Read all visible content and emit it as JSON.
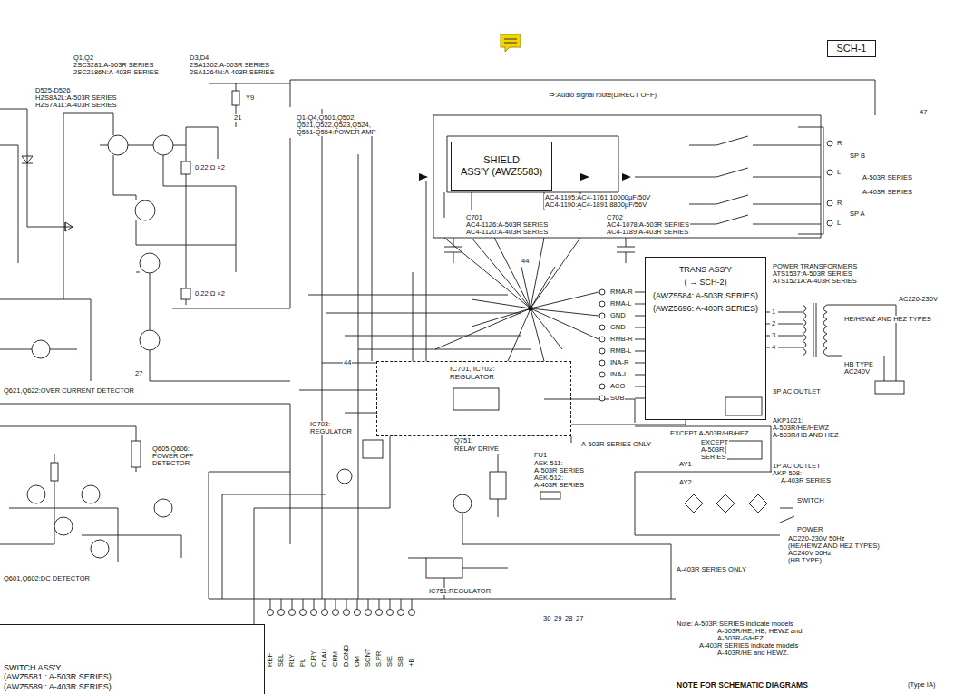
{
  "diagram": {
    "nodes": [
      {
        "text": [
          "SCH-1"
        ]
      },
      {
        "text": [
          "SHIELD",
          "ASS'Y (AWZ5583)"
        ]
      },
      {
        "text": [
          "TRANS ASS'Y",
          "( → SCH-2)",
          "(AWZ5584: A-503R SERIES)",
          "(AWZ5696: A-403R SERIES)"
        ]
      },
      {
        "text": [
          "IC701, IC702: REGULATOR"
        ]
      },
      {
        "text": [
          "SWITCH ASS'Y",
          "(AWZ5581 : A-503R SERIES)",
          "(AWZ5589 : A-403R SERIES)"
        ]
      }
    ],
    "edges": [
      {
        "from": 2,
        "to": 3,
        "arrow": "none"
      },
      {
        "from": 3,
        "to": 4,
        "arrow": "none"
      }
    ],
    "labels": [
      "Q1,Q2",
      "2SC3281:A-503R SERIES",
      "2SC2186N:A-403R SERIES",
      "D3,D4",
      "2SA1302:A-503R SERIES",
      "2SA1264N:A-403R SERIES",
      "D525-D526",
      "HZS8A2L:A-503R SERIES",
      "HZS7A1L:A-403R SERIES",
      "⇒:Audio signal route(DIRECT OFF)",
      "Q1-Q4,Q501,Q502,",
      "Q521,Q522,Q523,Q524,",
      "Q551-Q554:POWER AMP",
      "0.22 Ω ×2",
      "0.22 Ω ×2",
      "Q621,Q622:OVER CURRENT DETECTOR",
      "IC703:",
      "REGULATOR",
      "Q605,Q606:",
      "POWER OFF",
      "DETECTOR",
      "Q751:",
      "RELAY DRIVE",
      "FU1",
      "AEK-511:",
      "A-503R SERIES",
      "AEK-512:",
      "A-403R SERIES",
      "Q601,Q602:DC DETECTOR",
      "IC751:REGULATOR",
      "POWER TRANSFORMERS",
      "ATS1537:A-503R SERIES",
      "ATS1521A:A-403R SERIES",
      "AC220-230V",
      "HE/HEWZ AND HEZ TYPES",
      "HB TYPE",
      "AC240V",
      "3P AC OUTLET",
      "AKP1021:",
      "A-503R/HE/HEWZ",
      "A-503R/HB AND HEZ",
      "1P AC OUTLET",
      "AKP-508:",
      "A-403R SERIES",
      "EXCEPT A-503R/HB/HEZ",
      "EXCEPT",
      "A-503R",
      "SERIES",
      "A-503R SERIES ONLY",
      "A-403R SERIES ONLY",
      "SWITCH",
      "POWER",
      "AC220-230V 50Hz",
      "(HE/HEWZ AND HEZ TYPES)",
      "AC240V 50Hz",
      "(HB TYPE)",
      "Note: A-503R SERIES indicate models",
      "A-503R/HE, HB, HEWZ and",
      "A-503R-G/HEZ.",
      "A-403R SERIES indicate models",
      "A-403R/HE and HEWZ.",
      "NOTE FOR SCHEMATIC DIAGRAMS",
      "(Type IA)",
      "AC4-1195:AC4-1761 10000µF/50V",
      "AC4-1190:AC4-1891 8800µF/56V",
      "C701",
      "AC4-1126:A-503R SERIES",
      "AC4-1120:A-403R SERIES",
      "C702",
      "AC4-1078:A-503R SERIES",
      "AC4-1189:A-403R SERIES",
      "SP B",
      "R",
      "L",
      "R",
      "L",
      "SP A",
      "A-503R SERIES",
      "A-403R SERIES",
      "21",
      "27",
      "44",
      "47",
      "44",
      "Y9",
      "AY1",
      "AY2",
      "RMA-R",
      "RMA-L",
      "GND",
      "GND",
      "RMB-R",
      "RMB-L",
      "INA-R",
      "INA-L",
      "ACO",
      "SUB",
      "1",
      "2",
      "3",
      "4",
      "REF",
      "SEL",
      "RLY",
      "PL",
      "C.RY",
      "CLAU",
      "CRM",
      "D.GND",
      "OM",
      "SCNT",
      "S.PRI",
      "SIE",
      "SIB",
      "+B",
      "30",
      "29",
      "28",
      "27"
    ]
  }
}
